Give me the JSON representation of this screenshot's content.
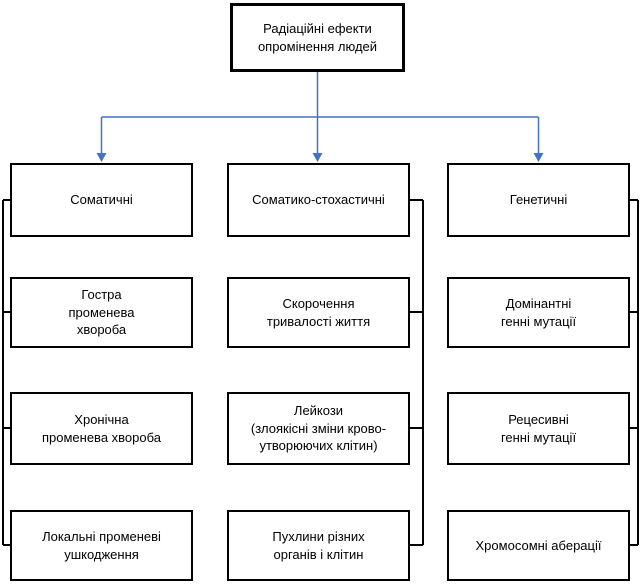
{
  "diagram": {
    "root_label": "Радіаційні ефекти\nопромінення людей",
    "columns": [
      {
        "header": "Соматичні",
        "children": [
          "Гостра\nпроменева\nхвороба",
          "Хронічна\nпроменева хвороба",
          "Локальні променеві\nушкодження"
        ]
      },
      {
        "header": "Соматико-стохастичні",
        "children": [
          "Скорочення\nтривалості життя",
          "Лейкози\n(злоякісні зміни крово-\nутворюючих клітин)",
          "Пухлини різних\nорганів і клітин"
        ]
      },
      {
        "header": "Генетичні",
        "children": [
          "Домінантні\nгенні мутації",
          "Рецесивні\nгенні мутації",
          "Хромосомні аберації"
        ]
      }
    ]
  },
  "colors": {
    "connector": "#4472C4",
    "line": "#000000",
    "box_fill": "#FFFFFF"
  }
}
